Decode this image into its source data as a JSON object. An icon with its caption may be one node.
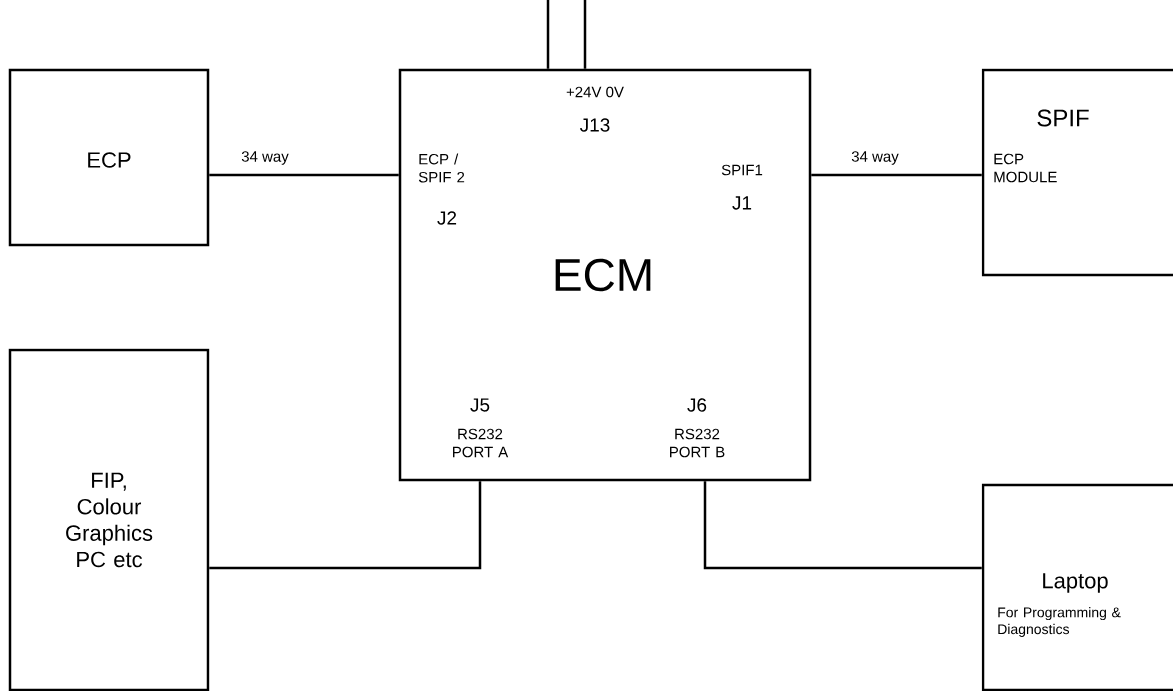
{
  "diagram": {
    "nodes": [
      {
        "text": [
          "ECP"
        ]
      },
      {
        "text": [
          "+24V 0V",
          "J13",
          "ECP / SPIF 2",
          "SPIF1",
          "J1",
          "J2",
          "ECM",
          "J5",
          "J6",
          "RS232 PORT A",
          "RS232 PORT B"
        ]
      },
      {
        "text": [
          "SPIF",
          "ECP MODULE"
        ]
      },
      {
        "text": [
          "FIP, Colour Graphics PC etc"
        ]
      },
      {
        "text": [
          "Laptop",
          "For Programming & Diagnostics"
        ]
      }
    ],
    "edges": [
      {
        "from": 0,
        "to": 1,
        "arrow": "none",
        "label": "34 way"
      },
      {
        "from": 1,
        "to": 2,
        "arrow": "none",
        "label": "34 way"
      },
      {
        "from": 3,
        "to": 1,
        "arrow": "none"
      },
      {
        "from": 1,
        "to": 4,
        "arrow": "none"
      },
      {
        "from": null,
        "to": 1,
        "arrow": "none"
      },
      {
        "from": null,
        "to": 1,
        "arrow": "none"
      }
    ]
  }
}
